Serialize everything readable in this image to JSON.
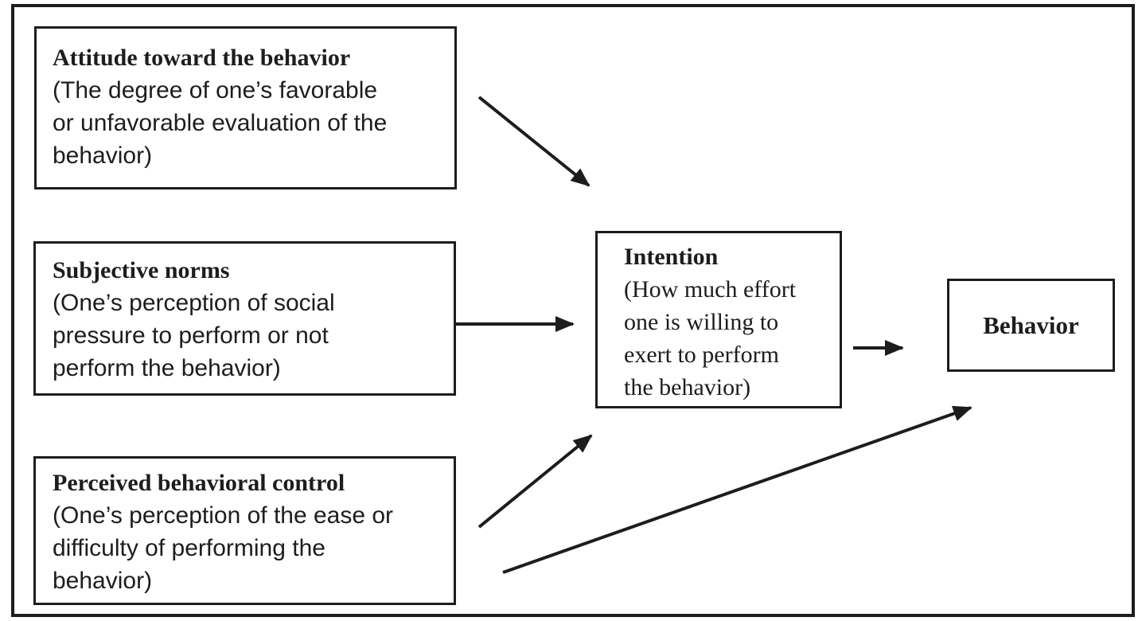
{
  "diagram": {
    "type": "flow-diagram",
    "background_color": "#ffffff",
    "ink_color": "#1d1d1d",
    "nodes": {
      "attitude": {
        "title": "Attitude toward the behavior",
        "description": "(The degree of one’s favorable or unfavorable evaluation of the behavior)",
        "desc_lines": [
          "(The degree of one’s favorable",
          "or unfavorable evaluation of the",
          "behavior)"
        ]
      },
      "subjective_norms": {
        "title": "Subjective norms",
        "description": "(One’s perception of social pressure to perform or not perform the behavior)",
        "desc_lines": [
          "(One’s perception of social",
          "pressure to perform or not",
          "perform the behavior)"
        ]
      },
      "perceived_control": {
        "title": "Perceived behavioral control",
        "description": "(One’s perception of the ease or difficulty of performing the behavior)",
        "desc_lines": [
          "(One’s perception of the ease or",
          "difficulty of performing the",
          "behavior)"
        ]
      },
      "intention": {
        "title": "Intention",
        "description": "(How much effort one is willing to exert to perform the behavior)",
        "desc_lines": [
          "(How much effort",
          "one is willing to",
          "exert to perform",
          "the behavior)"
        ]
      },
      "behavior": {
        "title": "Behavior"
      }
    },
    "edges": [
      {
        "from": "attitude",
        "to": "intention"
      },
      {
        "from": "subjective_norms",
        "to": "intention"
      },
      {
        "from": "perceived_control",
        "to": "intention"
      },
      {
        "from": "intention",
        "to": "behavior"
      },
      {
        "from": "perceived_control",
        "to": "behavior"
      }
    ]
  }
}
